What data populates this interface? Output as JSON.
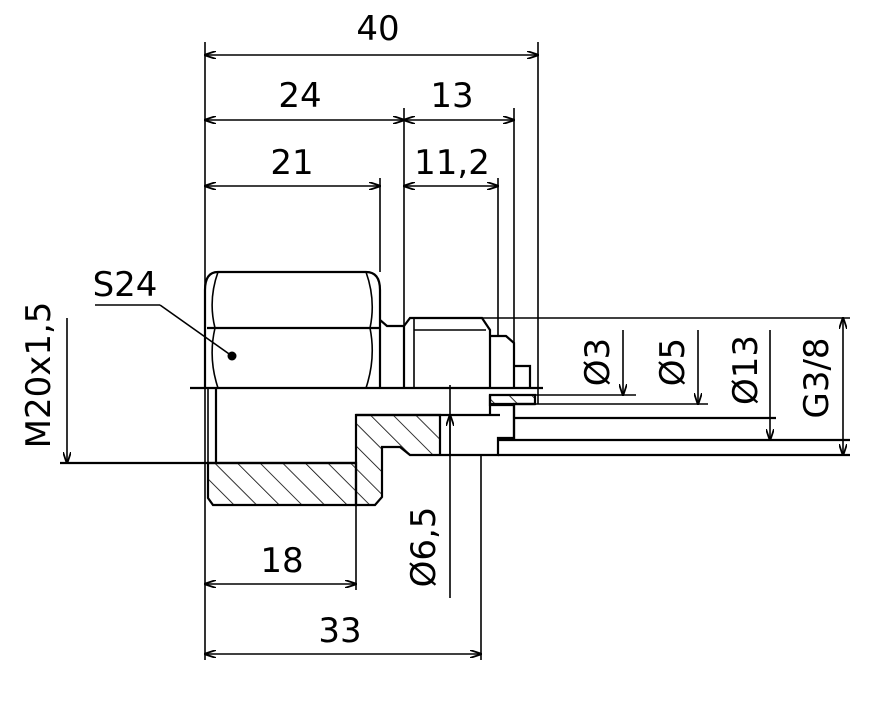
{
  "dimensions": {
    "overall_length": "40",
    "hex_section_length": "24",
    "spigot_length": "13",
    "hex_width_length": "21",
    "spigot_thread_length": "11,2",
    "thread_depth": "18",
    "bore_length": "33",
    "wrench_size": "S24",
    "inner_thread": "M20x1,5",
    "bore_diameter": "Ø6,5",
    "small_bore_diameter": "Ø3",
    "spigot_diameter": "Ø5",
    "collar_diameter": "Ø13",
    "outer_thread": "G3/8"
  },
  "colors": {
    "ink": "#000000",
    "paper": "#ffffff"
  }
}
